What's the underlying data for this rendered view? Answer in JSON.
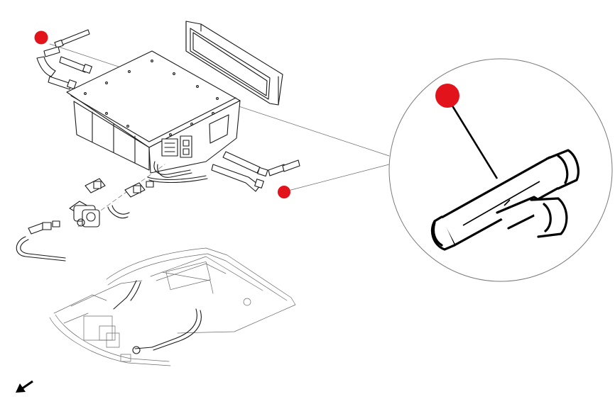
{
  "marker_color": "#e3131b",
  "icons": {
    "north_arrow": "arrow-down-left-icon",
    "callout": "red-dot-marker-icon"
  },
  "markers": [
    {
      "name": "marker-upper-left"
    },
    {
      "name": "marker-right-of-unit"
    },
    {
      "name": "marker-detail-view"
    }
  ]
}
